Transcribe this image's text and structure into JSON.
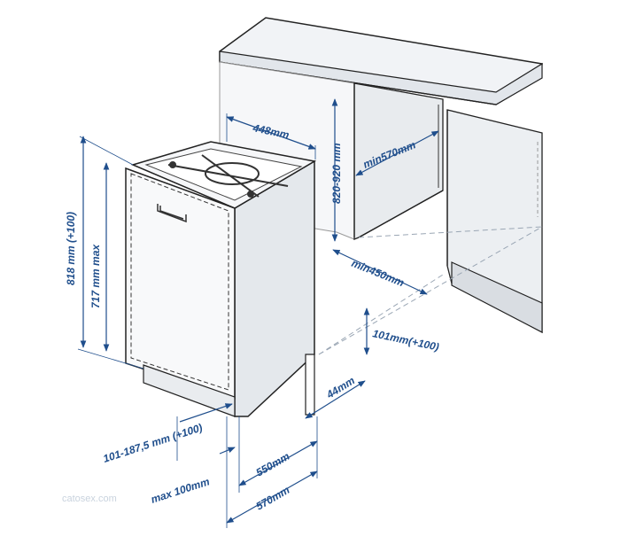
{
  "colors": {
    "dimension": "#1f4e8c",
    "outline": "#222222",
    "surface_light": "#f4f6f8",
    "surface_shade": "#d9dde2",
    "guide": "#9aa6b4"
  },
  "dimensions": {
    "width_top": "448mm",
    "niche_height": "820-920 mm",
    "niche_depth": "min570mm",
    "niche_width": "min450mm",
    "total_height": "818 mm (+100)",
    "door_height": "717 mm max",
    "plinth_height": "101mm(+100)",
    "toe_kick": "44mm",
    "door_offset": "101-187,5 mm (+100)",
    "max_offset": "max 100mm",
    "depth_body": "550mm",
    "depth_total": "570mm"
  },
  "watermark": "catosex.com",
  "icons": {
    "dishwasher": "dishwasher-icon",
    "door_handle": "handle-icon",
    "spray_arm": "spray-arm-icon"
  }
}
